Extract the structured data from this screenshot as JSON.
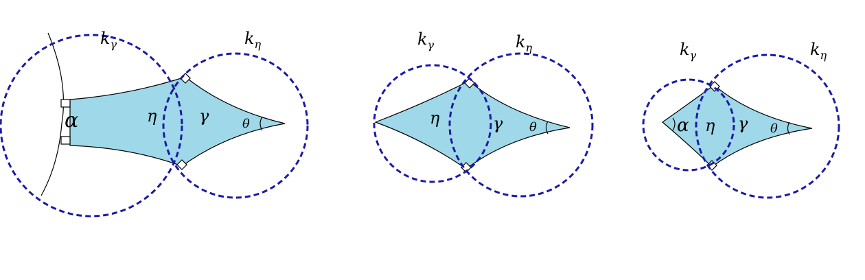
{
  "figures": [
    {
      "label_k_gamma": "k",
      "sub_k_gamma": "γ",
      "label_k_eta": "k",
      "sub_k_eta": "η",
      "alpha": "α",
      "eta": "η",
      "gamma": "γ",
      "theta": "θ"
    },
    {
      "label_k_gamma": "k",
      "sub_k_gamma": "γ",
      "label_k_eta": "k",
      "sub_k_eta": "η",
      "eta": "η",
      "gamma": "γ",
      "theta": "θ"
    },
    {
      "label_k_gamma": "k",
      "sub_k_gamma": "γ",
      "label_k_eta": "k",
      "sub_k_eta": "η",
      "alpha": "α",
      "eta": "η",
      "gamma": "γ",
      "theta": "θ"
    }
  ]
}
